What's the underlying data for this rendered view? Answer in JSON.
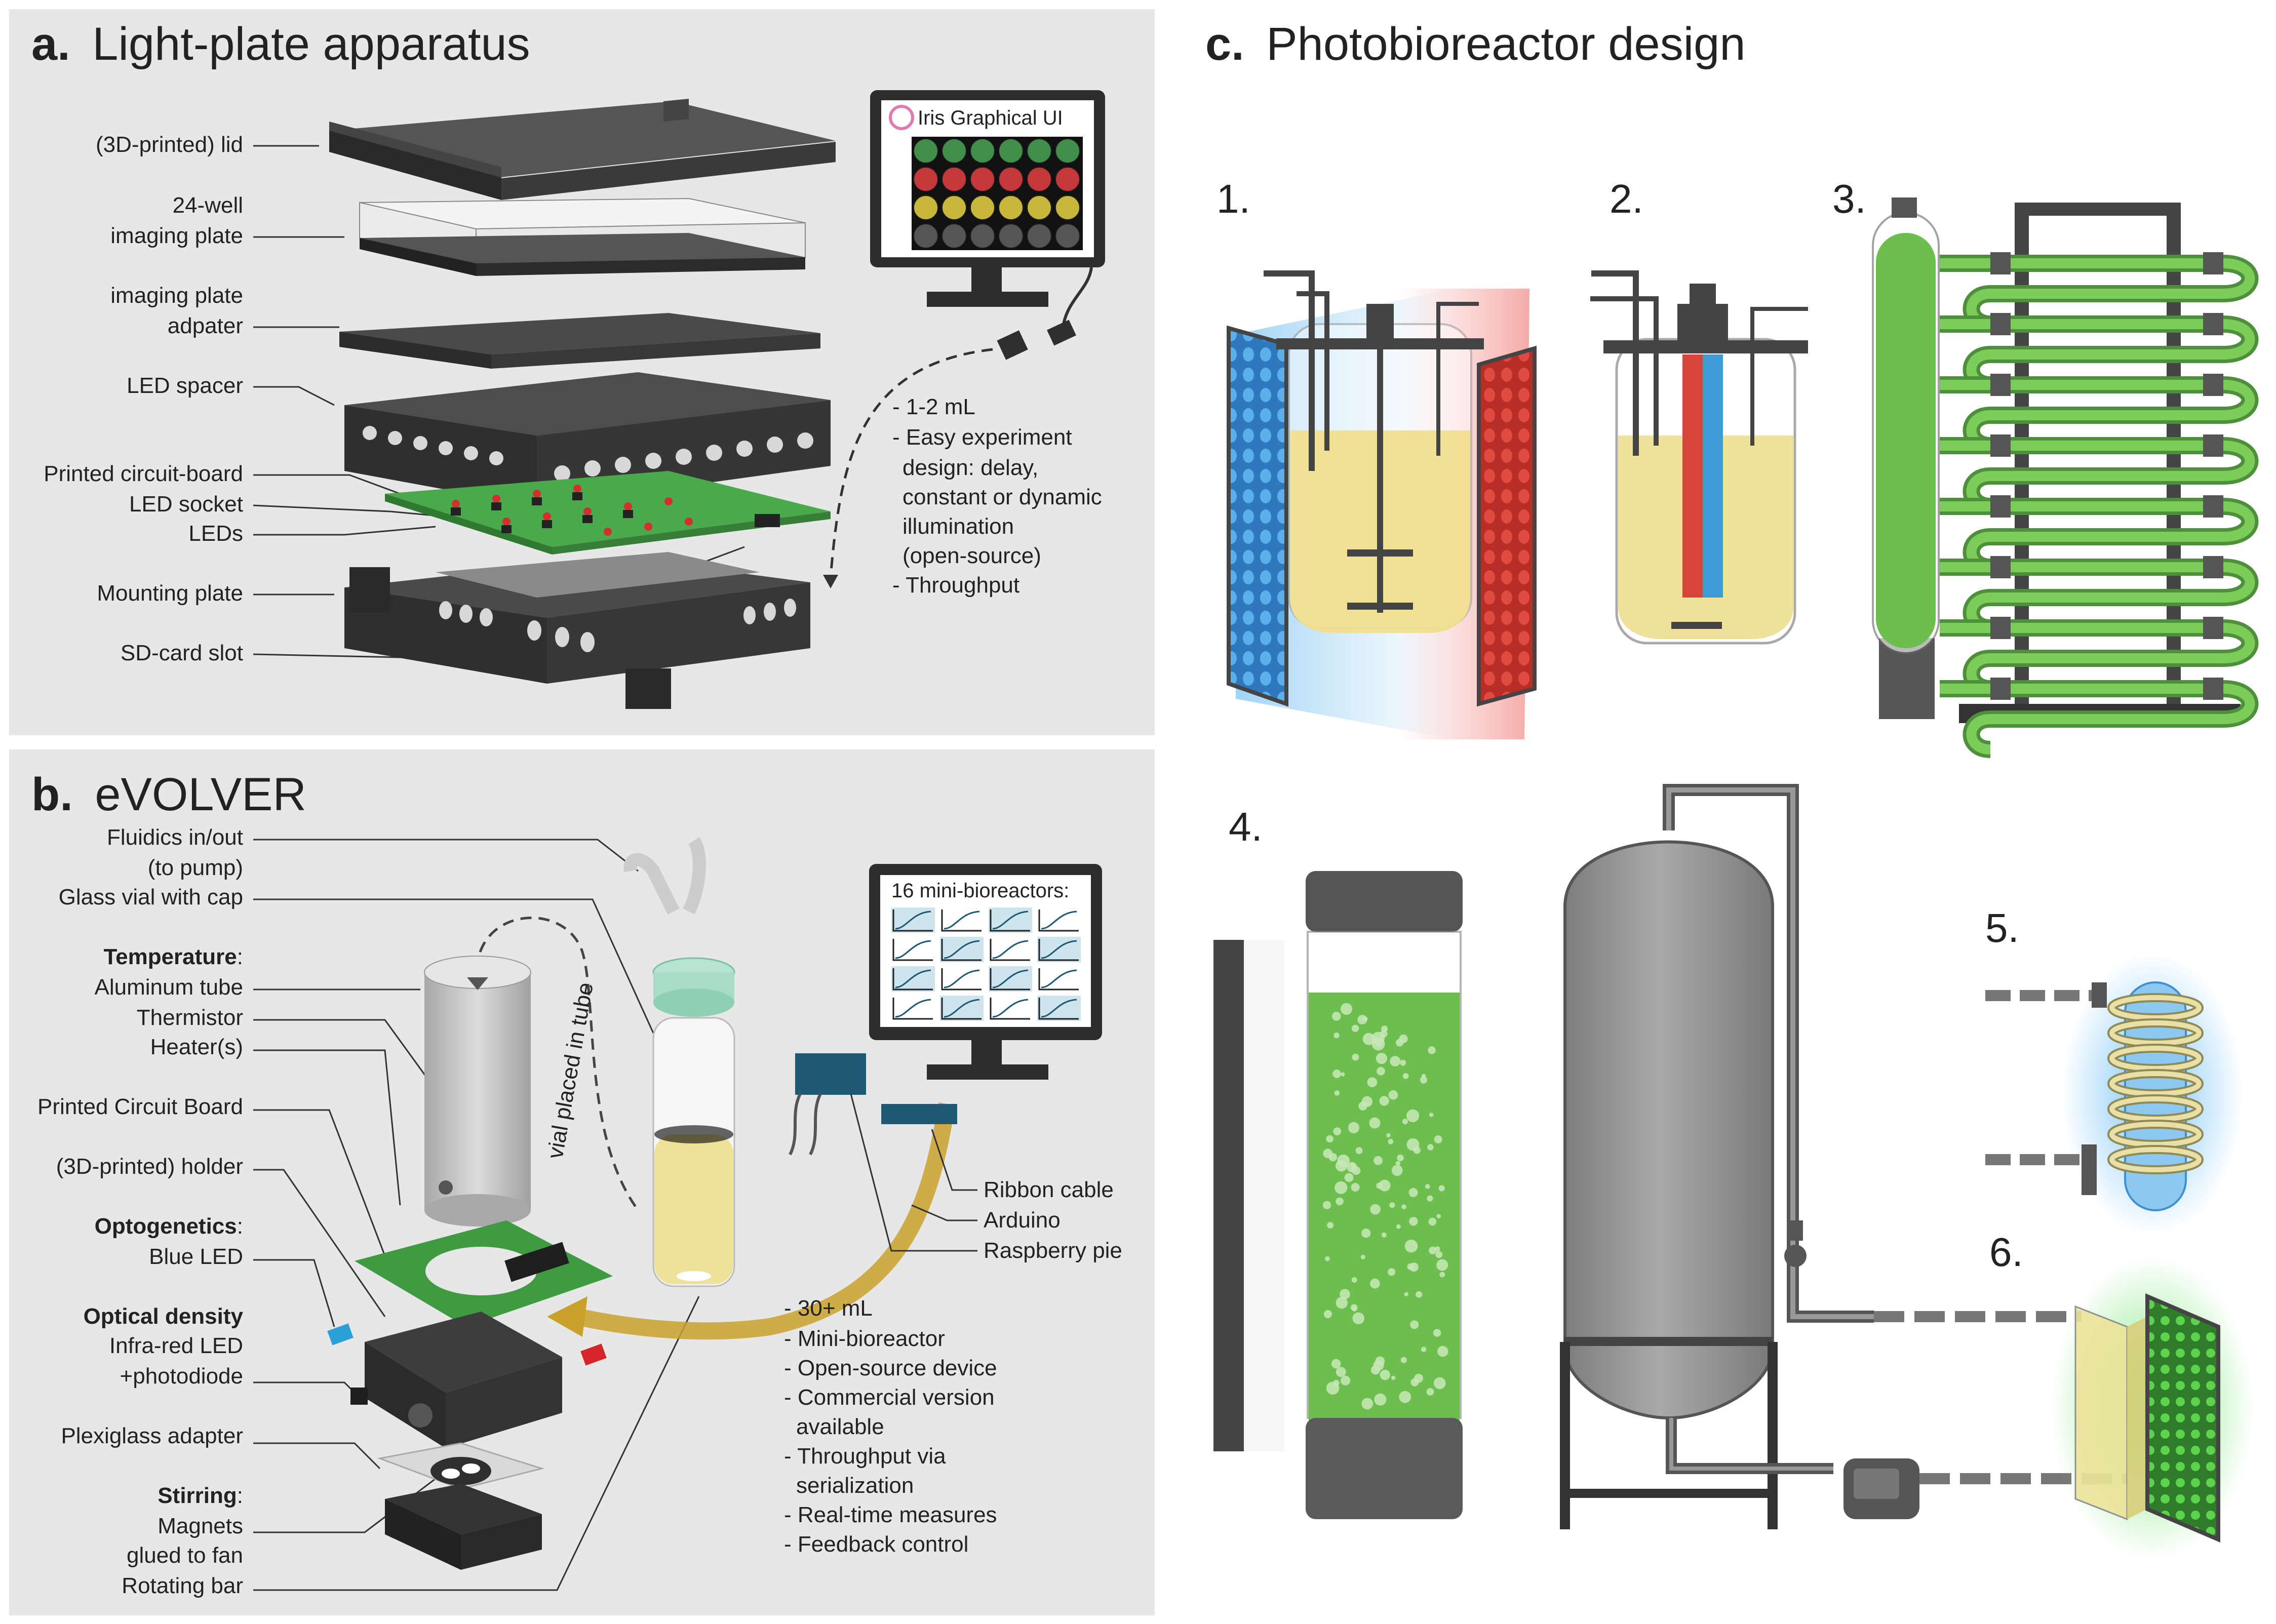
{
  "panel_a": {
    "letter": "a.",
    "title": "Light-plate apparatus",
    "labels": [
      "(3D-printed) lid",
      "24-well",
      "imaging plate",
      "imaging plate",
      "adpater",
      "LED spacer",
      "Printed circuit-board",
      "LED socket",
      "LEDs",
      "Mounting plate",
      "SD-card slot"
    ],
    "monitor_title": "Iris Graphical UI",
    "well_colors": [
      "#3f8f4a",
      "#c4373a",
      "#c8b73a",
      "#555555"
    ],
    "notes": [
      "- 1-2 mL",
      "- Easy experiment",
      "design: delay,",
      "constant or dynamic",
      "illumination",
      "(open-source)",
      "- Throughput"
    ]
  },
  "panel_b": {
    "letter": "b.",
    "title": "eVOLVER",
    "labels": [
      {
        "text": "Fluidics in/out",
        "bold": false
      },
      {
        "text": "(to pump)",
        "bold": false
      },
      {
        "text": "Glass vial with cap",
        "bold": false
      },
      {
        "text": "Temperature",
        "bold": true,
        "suffix": ":"
      },
      {
        "text": "Aluminum tube",
        "bold": false
      },
      {
        "text": "Thermistor",
        "bold": false
      },
      {
        "text": "Heater(s)",
        "bold": false
      },
      {
        "text": "Printed Circuit Board",
        "bold": false
      },
      {
        "text": "(3D-printed) holder",
        "bold": false
      },
      {
        "text": "Optogenetics",
        "bold": true,
        "suffix": ":"
      },
      {
        "text": "Blue LED",
        "bold": false
      },
      {
        "text": "Optical density",
        "bold": true,
        "suffix": ""
      },
      {
        "text": "Infra-red LED",
        "bold": false
      },
      {
        "text": "+photodiode",
        "bold": false
      },
      {
        "text": "Plexiglass adapter",
        "bold": false
      },
      {
        "text": "Stirring",
        "bold": true,
        "suffix": ":"
      },
      {
        "text": "Magnets",
        "bold": false
      },
      {
        "text": "glued to fan",
        "bold": false
      },
      {
        "text": "Rotating bar",
        "bold": false
      }
    ],
    "vial_note": "vial placed in tube",
    "monitor_title": "16 mini-bioreactors:",
    "right_labels": [
      "Ribbon cable",
      "Arduino",
      "Raspberry pie"
    ],
    "notes": [
      "- 30+ mL",
      "- Mini-bioreactor",
      "- Open-source device",
      "- Commercial version",
      "available",
      "- Throughput via",
      "serialization",
      "- Real-time measures",
      "- Feedback control"
    ]
  },
  "panel_c": {
    "letter": "c.",
    "title": "Photobioreactor design",
    "numbers": [
      "1.",
      "2.",
      "3.",
      "4.",
      "5.",
      "6."
    ]
  },
  "colors": {
    "panel_bg": "#e7e7e7",
    "dark": "#3b3b3b",
    "pcb_green": "#4caf50",
    "culture_green": "#6cbf4f",
    "culture_yellow": "#f2e39b",
    "blue": "#3f8fd1",
    "red": "#d53a32",
    "cable_gold": "#c9a12a"
  }
}
